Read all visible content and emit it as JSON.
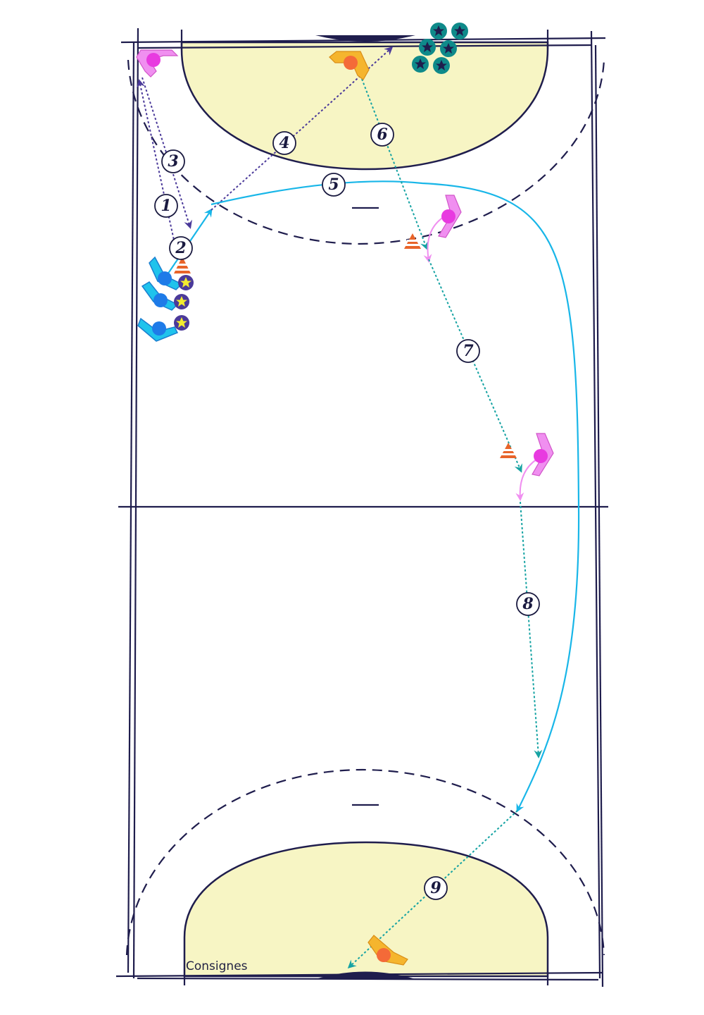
{
  "caption": "Consignes",
  "colors": {
    "lines": "#1f1d4d",
    "goal_area": "#f7f5c4",
    "pass_purple": "#4b3a9a",
    "run_cyan": "#18b6e8",
    "pass_teal": "#16a3a3",
    "attacker_blue": "#1e7be8",
    "attacker_body": "#1fc3ec",
    "pink_player": "#f08ff0",
    "pink_ball": "#e83ae0",
    "keeper_body": "#f5b52e",
    "keeper_ball": "#f46a38",
    "cone": "#e8642a",
    "star_fill": "#f3ec2f",
    "ball_stack": "#0f8a8a"
  },
  "steps": [
    {
      "id": "step-1",
      "label": "1"
    },
    {
      "id": "step-2",
      "label": "2"
    },
    {
      "id": "step-3",
      "label": "3"
    },
    {
      "id": "step-4",
      "label": "4"
    },
    {
      "id": "step-5",
      "label": "5"
    },
    {
      "id": "step-6",
      "label": "6"
    },
    {
      "id": "step-7",
      "label": "7"
    },
    {
      "id": "step-8",
      "label": "8"
    },
    {
      "id": "step-9",
      "label": "9"
    }
  ],
  "icons": {
    "attacker": "attacker-player-icon",
    "defender": "pink-player-icon",
    "keeper": "goalkeeper-icon",
    "cone": "cone-icon",
    "balls": "ball-stack-icon"
  }
}
